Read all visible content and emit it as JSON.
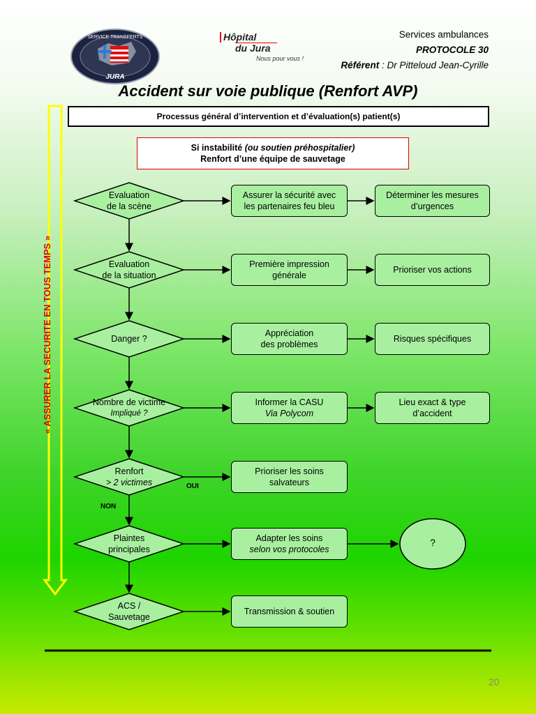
{
  "header": {
    "logo_left_text_top": "SERVICE TRANSFERTS",
    "logo_left_text_bottom": "JURA",
    "logo_center_line1": "Hôpital",
    "logo_center_line2": "du Jura",
    "logo_center_tagline": "Nous pour vous !",
    "service": "Services ambulances",
    "protocol": "PROTOCOLE 30",
    "referent_label": "Référent",
    "referent_name": " : Dr Pitteloud Jean-Cyrille"
  },
  "title": "Accident sur voie publique (Renfort AVP)",
  "process_title": "Processus général d’intervention et d’évaluation(s) patient(s)",
  "warning": {
    "prefix": "Si instabilité ",
    "italic": "(ou soutien préhospitalier)",
    "line2": "Renfort d’une équipe de sauvetage"
  },
  "side_banner": "« ASSURER LA SECURITE EN TOUS TEMPS »",
  "steps": [
    {
      "decision": [
        "Evaluation",
        "de la scène"
      ],
      "action": [
        "Assurer la sécurité avec",
        "les partenaires feu bleu"
      ],
      "result": [
        "Déterminer les mesures",
        "d’urgences"
      ]
    },
    {
      "decision": [
        "Evaluation",
        "de la situation"
      ],
      "action": [
        "Première impression",
        "générale"
      ],
      "result": [
        "Prioriser vos actions"
      ]
    },
    {
      "decision": [
        "Danger ?"
      ],
      "action": [
        "Appréciation",
        "des problèmes"
      ],
      "result": [
        "Risques spécifiques"
      ]
    },
    {
      "decision": [
        "Nombre de victime"
      ],
      "decision_italic": "Impliqué ?",
      "action": [
        "Informer la CASU"
      ],
      "action_italic": "Via Polycom",
      "result": [
        "Lieu exact & type",
        "d’accident"
      ]
    },
    {
      "decision": [
        "Renfort"
      ],
      "decision_italic": "> 2 victimes",
      "action": [
        "Prioriser les soins",
        "salvateurs"
      ]
    },
    {
      "decision": [
        "Plaintes",
        "principales"
      ],
      "action": [
        "Adapter les soins"
      ],
      "action_italic": "selon vos protocoles",
      "result_circle": "?"
    },
    {
      "decision": [
        "ACS /",
        "Sauvetage"
      ],
      "action": [
        "Transmission & soutien"
      ]
    }
  ],
  "labels": {
    "yes": "OUI",
    "no": "NON"
  },
  "page_number": "20",
  "colors": {
    "box_fill": "#a8f0a0",
    "warning_border": "#e00000",
    "arrow_yellow": "#ffff00"
  }
}
